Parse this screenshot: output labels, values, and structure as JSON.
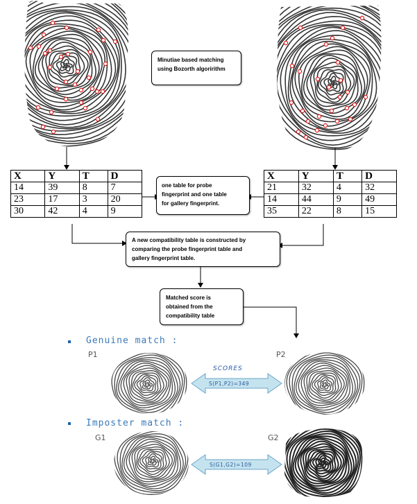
{
  "top_box": {
    "line1": "Minutiae based matching",
    "line2": "using Bozorth algoririthm"
  },
  "table_note_box": {
    "line1": "one table for probe",
    "line2": "fingerprint and one table",
    "line3": "for gallery fingerprint."
  },
  "compat_box": {
    "line1": "A new compatibility table is constructed by",
    "line2": "comparing the probe  fingerprint table and",
    "line3": "gallery fingerprint table."
  },
  "score_box": {
    "line1": "Matched score is",
    "line2": "obtained from the",
    "line3": "compatibility table"
  },
  "probe_table": {
    "headers": [
      "X",
      "Y",
      "T",
      "D"
    ],
    "rows": [
      [
        "14",
        "39",
        "8",
        "7"
      ],
      [
        "23",
        "17",
        "3",
        "20"
      ],
      [
        "30",
        "42",
        "4",
        "9"
      ]
    ]
  },
  "gallery_table": {
    "headers": [
      "X",
      "Y",
      "T",
      "D"
    ],
    "rows": [
      [
        "21",
        "32",
        "4",
        "32"
      ],
      [
        "14",
        "44",
        "9",
        "49"
      ],
      [
        "35",
        "22",
        "8",
        "15"
      ]
    ]
  },
  "genuine": {
    "title": "Genuine match :",
    "left_label": "P1",
    "right_label": "P2",
    "scores_title": "SCORES",
    "score_text": "S(P1,P2)=349"
  },
  "imposter": {
    "title": "Imposter match :",
    "left_label": "G1",
    "right_label": "G2",
    "score_text": "S(G1,G2)=109"
  },
  "colors": {
    "minutia": "#e02020",
    "arrow_fill": "#c5e3ef",
    "arrow_stroke": "#6aa6c8",
    "section_title": "#3a7ab8"
  },
  "icons": [
    "fingerprint-probe-image",
    "fingerprint-gallery-image",
    "minutia-marker",
    "double-arrow"
  ]
}
